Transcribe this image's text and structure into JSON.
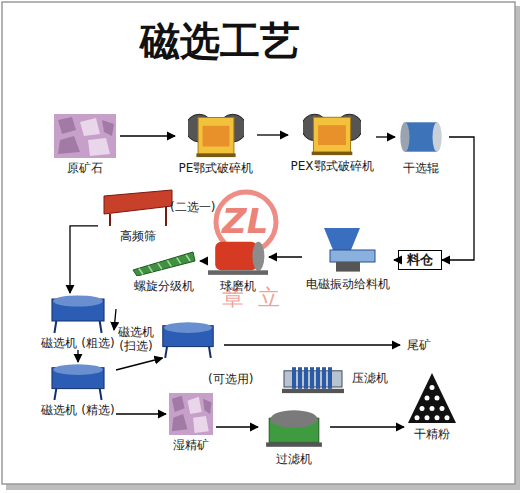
{
  "diagram": {
    "title": "磁选工艺",
    "nodes": [
      {
        "text": [
          "原矿石"
        ]
      },
      {
        "text": [
          "PE鄂式破碎机"
        ]
      },
      {
        "text": [
          "PEX鄂式破碎机"
        ]
      },
      {
        "text": [
          "干选辊"
        ]
      },
      {
        "text": [
          "高频筛"
        ]
      },
      {
        "text": [
          "料仓"
        ]
      },
      {
        "text": [
          "电磁振动给料机"
        ]
      },
      {
        "text": [
          "球磨机"
        ]
      },
      {
        "text": [
          "螺旋分级机"
        ]
      },
      {
        "text": [
          "磁选机 (粗选)"
        ]
      },
      {
        "text": [
          "磁选机 (扫选)"
        ]
      },
      {
        "text": [
          "尾矿"
        ]
      },
      {
        "text": [
          "磁选机 (精选)"
        ]
      },
      {
        "text": [
          "湿精矿"
        ]
      },
      {
        "text": [
          "压滤机"
        ]
      },
      {
        "text": [
          "过滤机"
        ]
      },
      {
        "text": [
          "干精粉"
        ]
      }
    ],
    "edges": [
      {
        "from": 0,
        "to": 1,
        "arrow": "to"
      },
      {
        "from": 1,
        "to": 2,
        "arrow": "to"
      },
      {
        "from": 2,
        "to": 3,
        "arrow": "to"
      },
      {
        "from": 3,
        "to": 5,
        "arrow": "to"
      },
      {
        "from": 5,
        "to": 6,
        "arrow": "to"
      },
      {
        "from": 6,
        "to": 7,
        "arrow": "to"
      },
      {
        "from": 7,
        "to": 8,
        "arrow": "to"
      },
      {
        "from": 4,
        "to": 9,
        "arrow": "to"
      },
      {
        "from": 9,
        "to": 10,
        "arrow": "to"
      },
      {
        "from": 9,
        "to": 12,
        "arrow": "to"
      },
      {
        "from": 10,
        "to": 11,
        "arrow": "to"
      },
      {
        "from": 12,
        "to": 10,
        "arrow": "to"
      },
      {
        "from": 12,
        "to": 13,
        "arrow": "to"
      },
      {
        "from": 13,
        "to": 15,
        "arrow": "to"
      },
      {
        "from": 15,
        "to": 16,
        "arrow": "to"
      }
    ],
    "labels": [
      "(二选一)",
      "(可选用)",
      "ZL",
      "章立"
    ]
  }
}
